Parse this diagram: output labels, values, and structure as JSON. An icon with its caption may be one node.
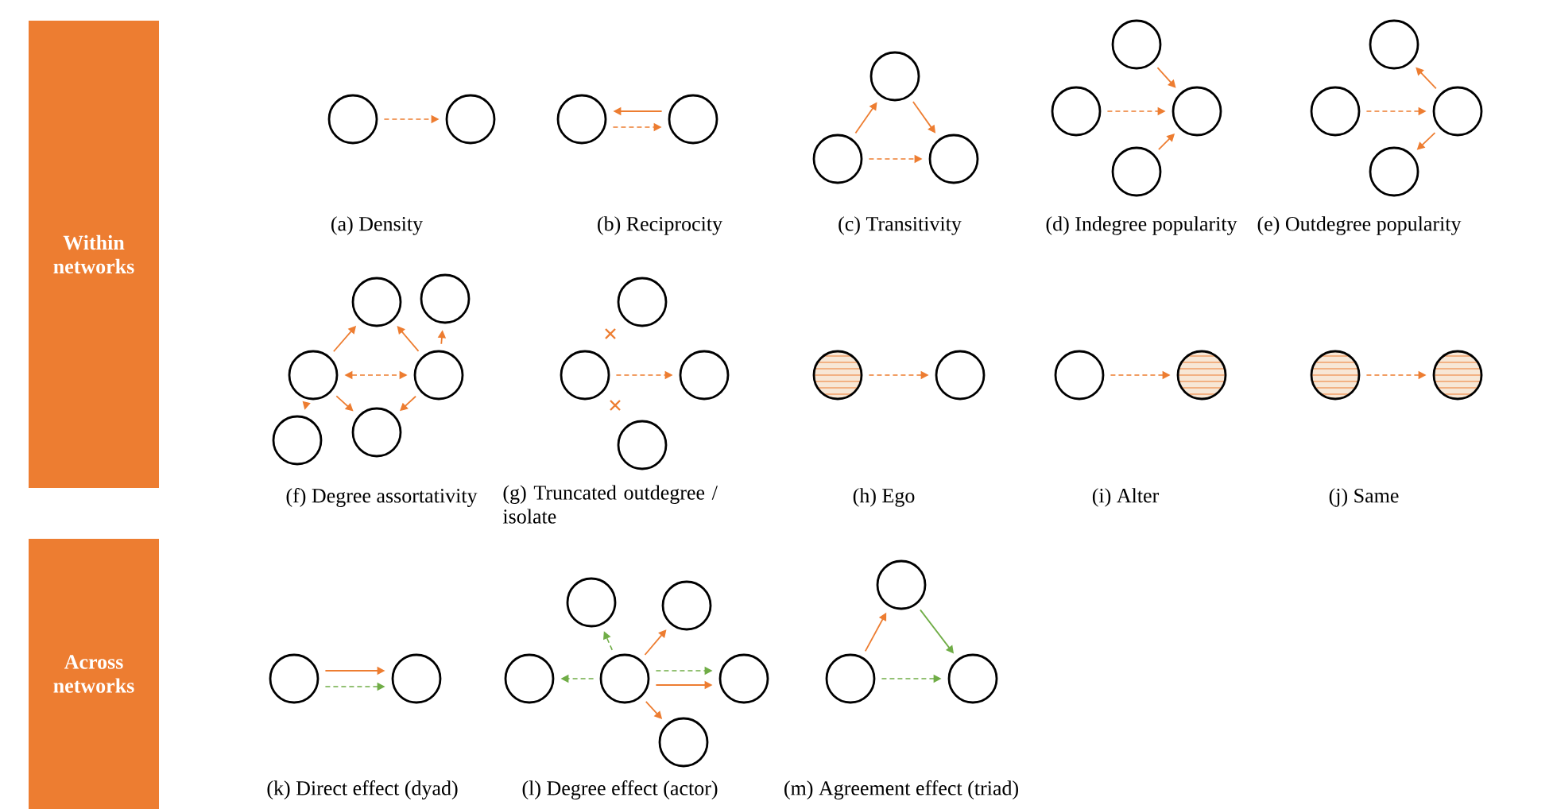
{
  "diagram": {
    "nodes": [
      {
        "text": [
          "Within networks"
        ]
      },
      {
        "text": [
          "Across networks"
        ]
      },
      {
        "text": [],
        "shape": "circle"
      },
      {
        "text": [],
        "shape": "circle"
      },
      {
        "text": [],
        "shape": "circle"
      },
      {
        "text": [],
        "shape": "circle"
      },
      {
        "text": [],
        "shape": "circle"
      },
      {
        "text": [],
        "shape": "circle"
      },
      {
        "text": [],
        "shape": "circle"
      },
      {
        "text": [],
        "shape": "circle"
      },
      {
        "text": [],
        "shape": "circle"
      },
      {
        "text": [],
        "shape": "circle"
      },
      {
        "text": [],
        "shape": "circle"
      },
      {
        "text": [],
        "shape": "circle"
      },
      {
        "text": [],
        "shape": "circle"
      },
      {
        "text": [],
        "shape": "circle"
      },
      {
        "text": [],
        "shape": "circle"
      },
      {
        "text": [],
        "shape": "circle"
      },
      {
        "text": [],
        "shape": "circle"
      },
      {
        "text": [],
        "shape": "circle"
      },
      {
        "text": [],
        "shape": "circle"
      },
      {
        "text": [],
        "shape": "circle"
      },
      {
        "text": [],
        "shape": "circle"
      },
      {
        "text": [],
        "shape": "circle"
      },
      {
        "text": [],
        "shape": "circle"
      },
      {
        "text": [],
        "shape": "circle"
      },
      {
        "text": [],
        "shape": "circle"
      },
      {
        "text": [],
        "shape": "circle"
      },
      {
        "text": [],
        "shape": "circle"
      },
      {
        "text": [],
        "shape": "circle"
      },
      {
        "text": [],
        "shape": "circle"
      },
      {
        "text": [],
        "shape": "circle"
      },
      {
        "text": [],
        "shape": "circle"
      },
      {
        "text": [],
        "shape": "circle"
      },
      {
        "text": [],
        "shape": "circle"
      },
      {
        "text": [],
        "shape": "circle"
      },
      {
        "text": [],
        "shape": "circle"
      },
      {
        "text": [],
        "shape": "circle"
      },
      {
        "text": [],
        "shape": "circle"
      },
      {
        "text": [],
        "shape": "circle"
      },
      {
        "text": [],
        "shape": "circle"
      },
      {
        "text": [],
        "shape": "circle"
      },
      {
        "text": [],
        "shape": "circle"
      },
      {
        "text": [],
        "shape": "circle"
      }
    ],
    "edges": [
      {
        "from": 2,
        "to": 3,
        "arrow": "to",
        "style": "dashed"
      },
      {
        "from": 5,
        "to": 4,
        "arrow": "to"
      },
      {
        "from": 4,
        "to": 5,
        "arrow": "to",
        "style": "dashed"
      },
      {
        "from": 7,
        "to": 6,
        "arrow": "to"
      },
      {
        "from": 6,
        "to": 8,
        "arrow": "to"
      },
      {
        "from": 7,
        "to": 8,
        "arrow": "to",
        "style": "dashed"
      },
      {
        "from": 9,
        "to": 11,
        "arrow": "to"
      },
      {
        "from": 10,
        "to": 11,
        "arrow": "to",
        "style": "dashed"
      },
      {
        "from": 12,
        "to": 11,
        "arrow": "to"
      },
      {
        "from": 14,
        "to": 15,
        "arrow": "to",
        "style": "dashed"
      },
      {
        "from": 15,
        "to": 13,
        "arrow": "to"
      },
      {
        "from": 15,
        "to": 16,
        "arrow": "to"
      },
      {
        "from": 19,
        "to": 17,
        "arrow": "to"
      },
      {
        "from": 20,
        "to": 17,
        "arrow": "to"
      },
      {
        "from": 20,
        "to": 18,
        "arrow": "to"
      },
      {
        "from": 19,
        "to": 20,
        "arrow": "both",
        "style": "dashed"
      },
      {
        "from": 19,
        "to": 21,
        "arrow": "to"
      },
      {
        "from": 19,
        "to": 22,
        "arrow": "to"
      },
      {
        "from": 20,
        "to": 22,
        "arrow": "to"
      },
      {
        "from": 24,
        "to": 25,
        "arrow": "to",
        "style": "dashed"
      },
      {
        "from": 27,
        "to": 28,
        "arrow": "to",
        "style": "dashed"
      },
      {
        "from": 29,
        "to": 30,
        "arrow": "to",
        "style": "dashed"
      },
      {
        "from": 31,
        "to": 32,
        "arrow": "to",
        "style": "dashed"
      },
      {
        "from": 33,
        "to": 34,
        "arrow": "to"
      },
      {
        "from": 33,
        "to": 34,
        "arrow": "to",
        "style": "dashed",
        "color": "#70ad47"
      },
      {
        "from": 38,
        "to": 35,
        "arrow": "to",
        "style": "dashed",
        "color": "#70ad47"
      },
      {
        "from": 38,
        "to": 36,
        "arrow": "to"
      },
      {
        "from": 38,
        "to": 37,
        "arrow": "to",
        "style": "dashed",
        "color": "#70ad47"
      },
      {
        "from": 38,
        "to": 39,
        "arrow": "to",
        "style": "dashed",
        "color": "#70ad47"
      },
      {
        "from": 38,
        "to": 39,
        "arrow": "to"
      },
      {
        "from": 38,
        "to": 40,
        "arrow": "to"
      },
      {
        "from": 42,
        "to": 41,
        "arrow": "to"
      },
      {
        "from": 41,
        "to": 43,
        "arrow": "to",
        "color": "#70ad47"
      },
      {
        "from": 42,
        "to": 43,
        "arrow": "to",
        "style": "dashed",
        "color": "#70ad47"
      }
    ],
    "labels": [
      "(a) Density",
      "(b) Reciprocity",
      "(c) Transitivity",
      "(d) Indegree popularity",
      "(e) Outdegree popularity",
      "(f) Degree assortativity",
      "(g) Truncated outdegree / isolate",
      "(h) Ego",
      "(i) Alter",
      "(j) Same",
      "(k) Direct effect (dyad)",
      "(l) Degree effect (actor)",
      "(m) Agreement effect (triad)"
    ]
  }
}
